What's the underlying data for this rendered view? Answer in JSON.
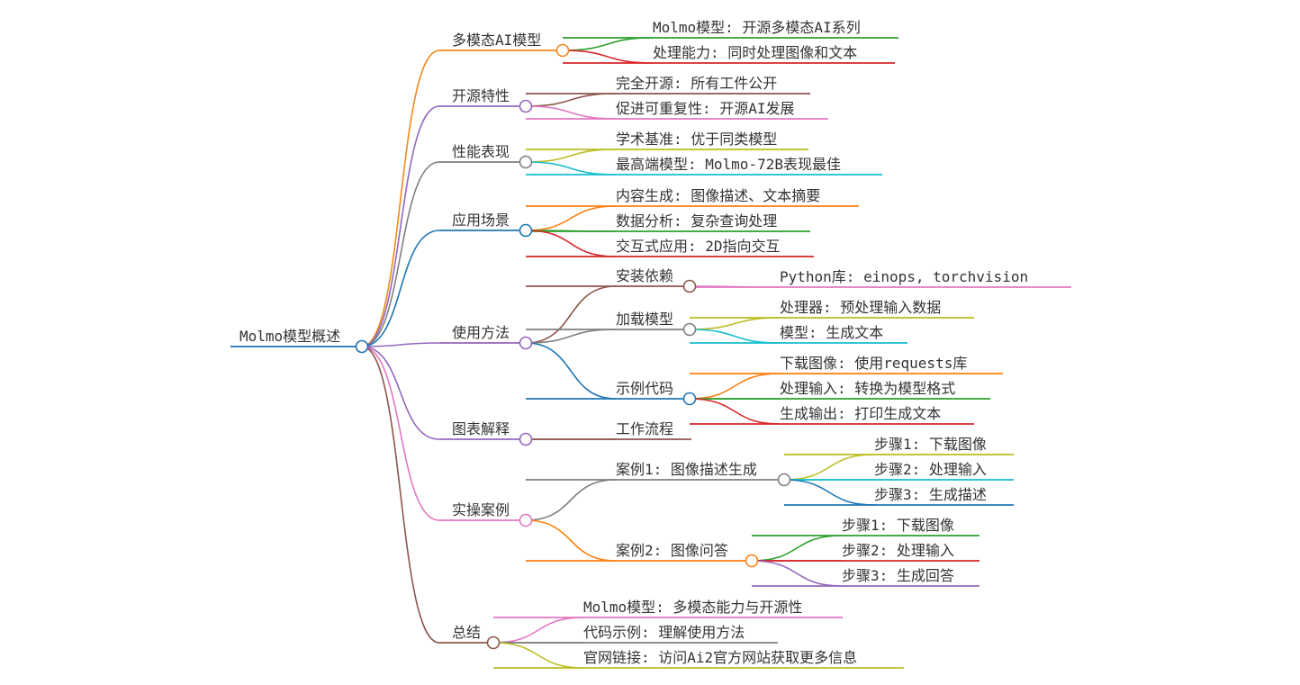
{
  "mindmap": {
    "root": {
      "label": "Molmo模型概述",
      "color": "#1f6fb2"
    },
    "branches": [
      {
        "label": "多模态AI模型",
        "color": "#f28a1c",
        "children": [
          {
            "label": "Molmo模型: 开源多模态AI系列",
            "color": "#2ca02c"
          },
          {
            "label": "处理能力: 同时处理图像和文本",
            "color": "#d62728"
          }
        ]
      },
      {
        "label": "开源特性",
        "color": "#9467bd",
        "children": [
          {
            "label": "完全开源: 所有工件公开",
            "color": "#8c564b"
          },
          {
            "label": "促进可重复性: 开源AI发展",
            "color": "#e377c2"
          }
        ]
      },
      {
        "label": "性能表现",
        "color": "#7f7f7f",
        "children": [
          {
            "label": "学术基准: 优于同类模型",
            "color": "#bcbd22"
          },
          {
            "label": "最高端模型: Molmo-72B表现最佳",
            "color": "#17becf"
          }
        ]
      },
      {
        "label": "应用场景",
        "color": "#1f77b4",
        "children": [
          {
            "label": "内容生成: 图像描述、文本摘要",
            "color": "#ff7f0e"
          },
          {
            "label": "数据分析: 复杂查询处理",
            "color": "#2ca02c"
          },
          {
            "label": "交互式应用: 2D指向交互",
            "color": "#d62728"
          }
        ]
      },
      {
        "label": "使用方法",
        "color": "#9467bd",
        "children": [
          {
            "label": "安装依赖",
            "color": "#8c564b",
            "children": [
              {
                "label": "Python库: einops, torchvision",
                "color": "#e377c2"
              }
            ]
          },
          {
            "label": "加载模型",
            "color": "#7f7f7f",
            "children": [
              {
                "label": "处理器: 预处理输入数据",
                "color": "#bcbd22"
              },
              {
                "label": "模型: 生成文本",
                "color": "#17becf"
              }
            ]
          },
          {
            "label": "示例代码",
            "color": "#1f77b4",
            "children": [
              {
                "label": "下载图像: 使用requests库",
                "color": "#ff7f0e"
              },
              {
                "label": "处理输入: 转换为模型格式",
                "color": "#2ca02c"
              },
              {
                "label": "生成输出: 打印生成文本",
                "color": "#d62728"
              }
            ]
          }
        ]
      },
      {
        "label": "图表解释",
        "color": "#9467bd",
        "children": [
          {
            "label": "工作流程",
            "color": "#8c564b"
          }
        ]
      },
      {
        "label": "实操案例",
        "color": "#e377c2",
        "children": [
          {
            "label": "案例1: 图像描述生成",
            "color": "#7f7f7f",
            "children": [
              {
                "label": "步骤1: 下载图像",
                "color": "#bcbd22"
              },
              {
                "label": "步骤2: 处理输入",
                "color": "#17becf"
              },
              {
                "label": "步骤3: 生成描述",
                "color": "#1f77b4"
              }
            ]
          },
          {
            "label": "案例2: 图像问答",
            "color": "#ff7f0e",
            "children": [
              {
                "label": "步骤1: 下载图像",
                "color": "#2ca02c"
              },
              {
                "label": "步骤2: 处理输入",
                "color": "#d62728"
              },
              {
                "label": "步骤3: 生成回答",
                "color": "#9467bd"
              }
            ]
          }
        ]
      },
      {
        "label": "总结",
        "color": "#8c564b",
        "children": [
          {
            "label": "Molmo模型: 多模态能力与开源性",
            "color": "#e377c2"
          },
          {
            "label": "代码示例: 理解使用方法",
            "color": "#7f7f7f"
          },
          {
            "label": "官网链接: 访问Ai2官方网站获取更多信息",
            "color": "#bcbd22"
          }
        ]
      }
    ]
  }
}
